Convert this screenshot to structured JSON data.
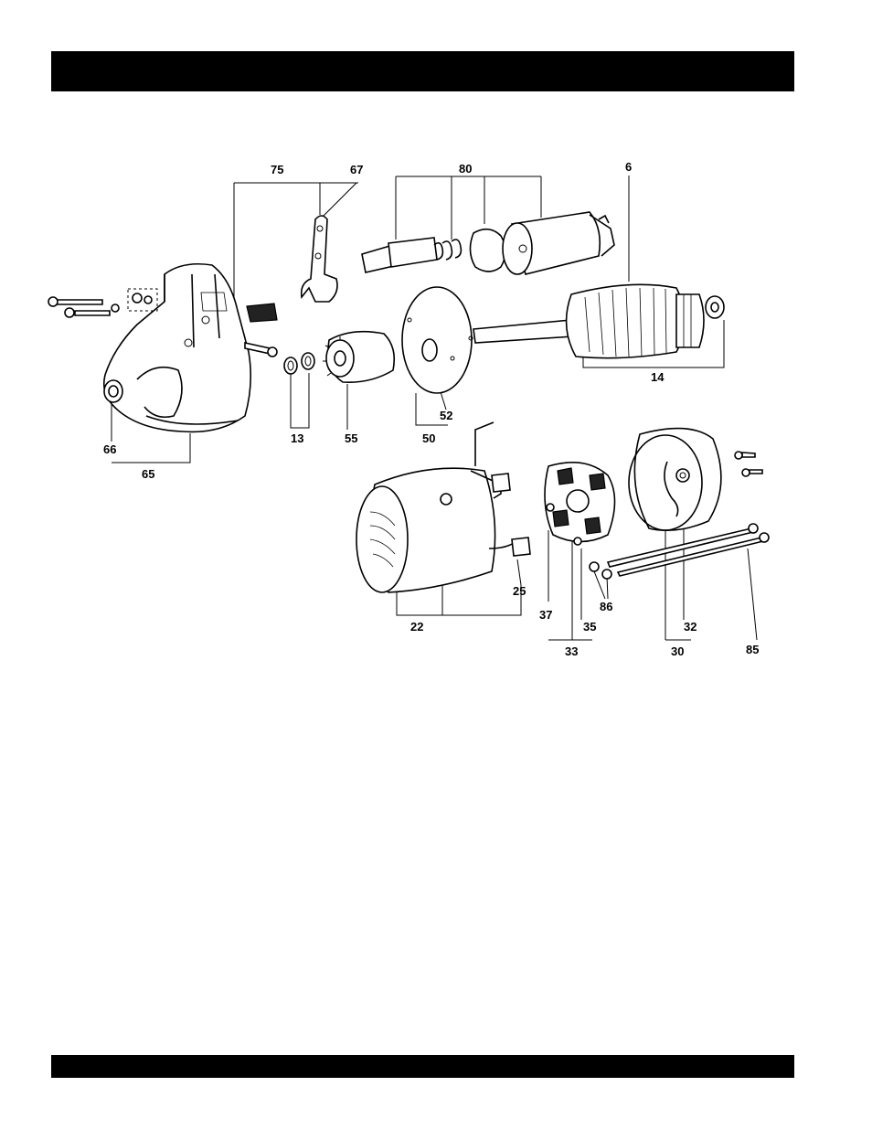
{
  "callouts": {
    "c75": "75",
    "c67": "67",
    "c80": "80",
    "c6": "6",
    "c14": "14",
    "c52": "52",
    "c50": "50",
    "c55": "55",
    "c13": "13",
    "c66": "66",
    "c65": "65",
    "c22": "22",
    "c25": "25",
    "c37": "37",
    "c35": "35",
    "c33": "33",
    "c86": "86",
    "c32": "32",
    "c30": "30",
    "c85": "85"
  },
  "colors": {
    "bars": "#000000",
    "background": "#ffffff"
  }
}
